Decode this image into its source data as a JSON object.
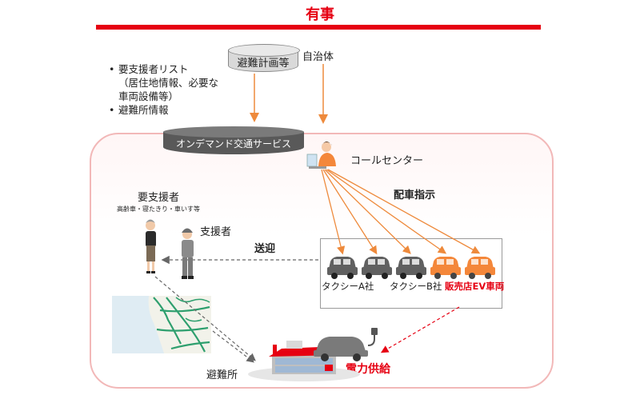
{
  "header": {
    "title": "有事"
  },
  "left_list": {
    "items": [
      {
        "lines": [
          "要支援者リスト",
          "（居住地情報、必要な",
          "車両設備等）"
        ]
      },
      {
        "lines": [
          "避難所情報"
        ]
      }
    ]
  },
  "database": {
    "label": "避難計画等"
  },
  "municipality": {
    "label": "自治体"
  },
  "service": {
    "label": "オンデマンド交通サービス"
  },
  "call_center": {
    "label": "コールセンター"
  },
  "dispatch": {
    "label": "配車指示"
  },
  "person_needing_support": {
    "label": "要支援者",
    "note": "高齢車・寝たきり・車いす等"
  },
  "supporter": {
    "label": "支援者"
  },
  "pickup": {
    "label": "送迎"
  },
  "fleet": {
    "groups": [
      {
        "label": "タクシーA社",
        "color": "#606060"
      },
      {
        "label": "タクシーB社",
        "color": "#606060"
      },
      {
        "label": "販売店EV車両",
        "color": "#f4873a"
      }
    ]
  },
  "shelter": {
    "label": "避難所"
  },
  "power": {
    "label": "電力供給"
  },
  "colors": {
    "accent": "#e60012",
    "arrow_orange": "#ee8a3c",
    "ev_orange": "#f4873a",
    "taxi_gray": "#606060"
  }
}
